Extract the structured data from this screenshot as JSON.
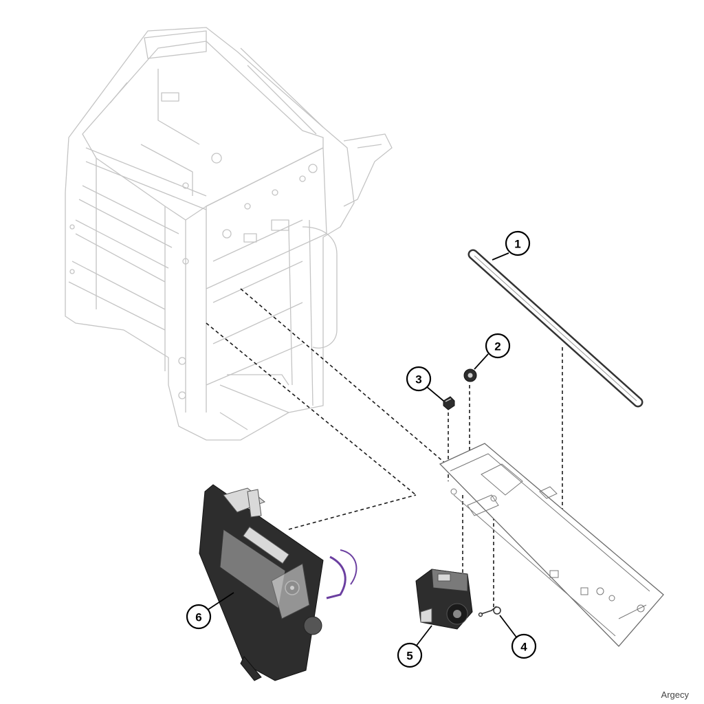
{
  "callouts": [
    {
      "id": "1",
      "label": "1"
    },
    {
      "id": "2",
      "label": "2"
    },
    {
      "id": "3",
      "label": "3"
    },
    {
      "id": "4",
      "label": "4"
    },
    {
      "id": "5",
      "label": "5"
    },
    {
      "id": "6",
      "label": "6"
    }
  ],
  "watermark": "Argecy",
  "colors": {
    "frame": "#c4c4c4",
    "ink": "#000000",
    "part": "#2d2d2d"
  }
}
